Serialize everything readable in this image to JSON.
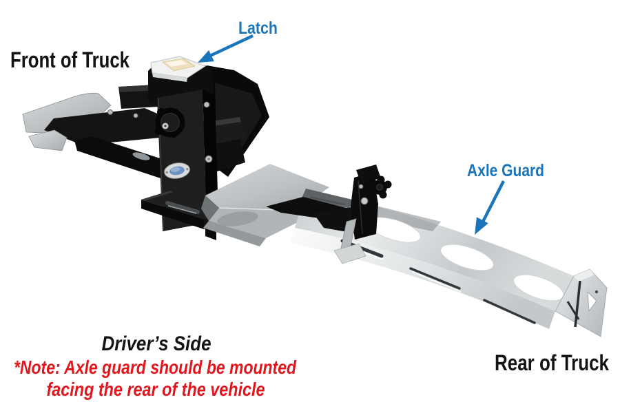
{
  "colors": {
    "background": "#ffffff",
    "callout_blue": "#1a75bb",
    "note_red": "#e3151d",
    "label_black": "#131313"
  },
  "labels": {
    "front_of_truck": "Front of Truck",
    "rear_of_truck": "Rear of Truck",
    "drivers_side": "Driver’s Side"
  },
  "callouts": {
    "latch": {
      "label": "Latch"
    },
    "axle_guard": {
      "label": "Axle Guard"
    }
  },
  "note": {
    "line1": "*Note: Axle guard should be mounted",
    "line2": "facing the rear of the vehicle"
  }
}
